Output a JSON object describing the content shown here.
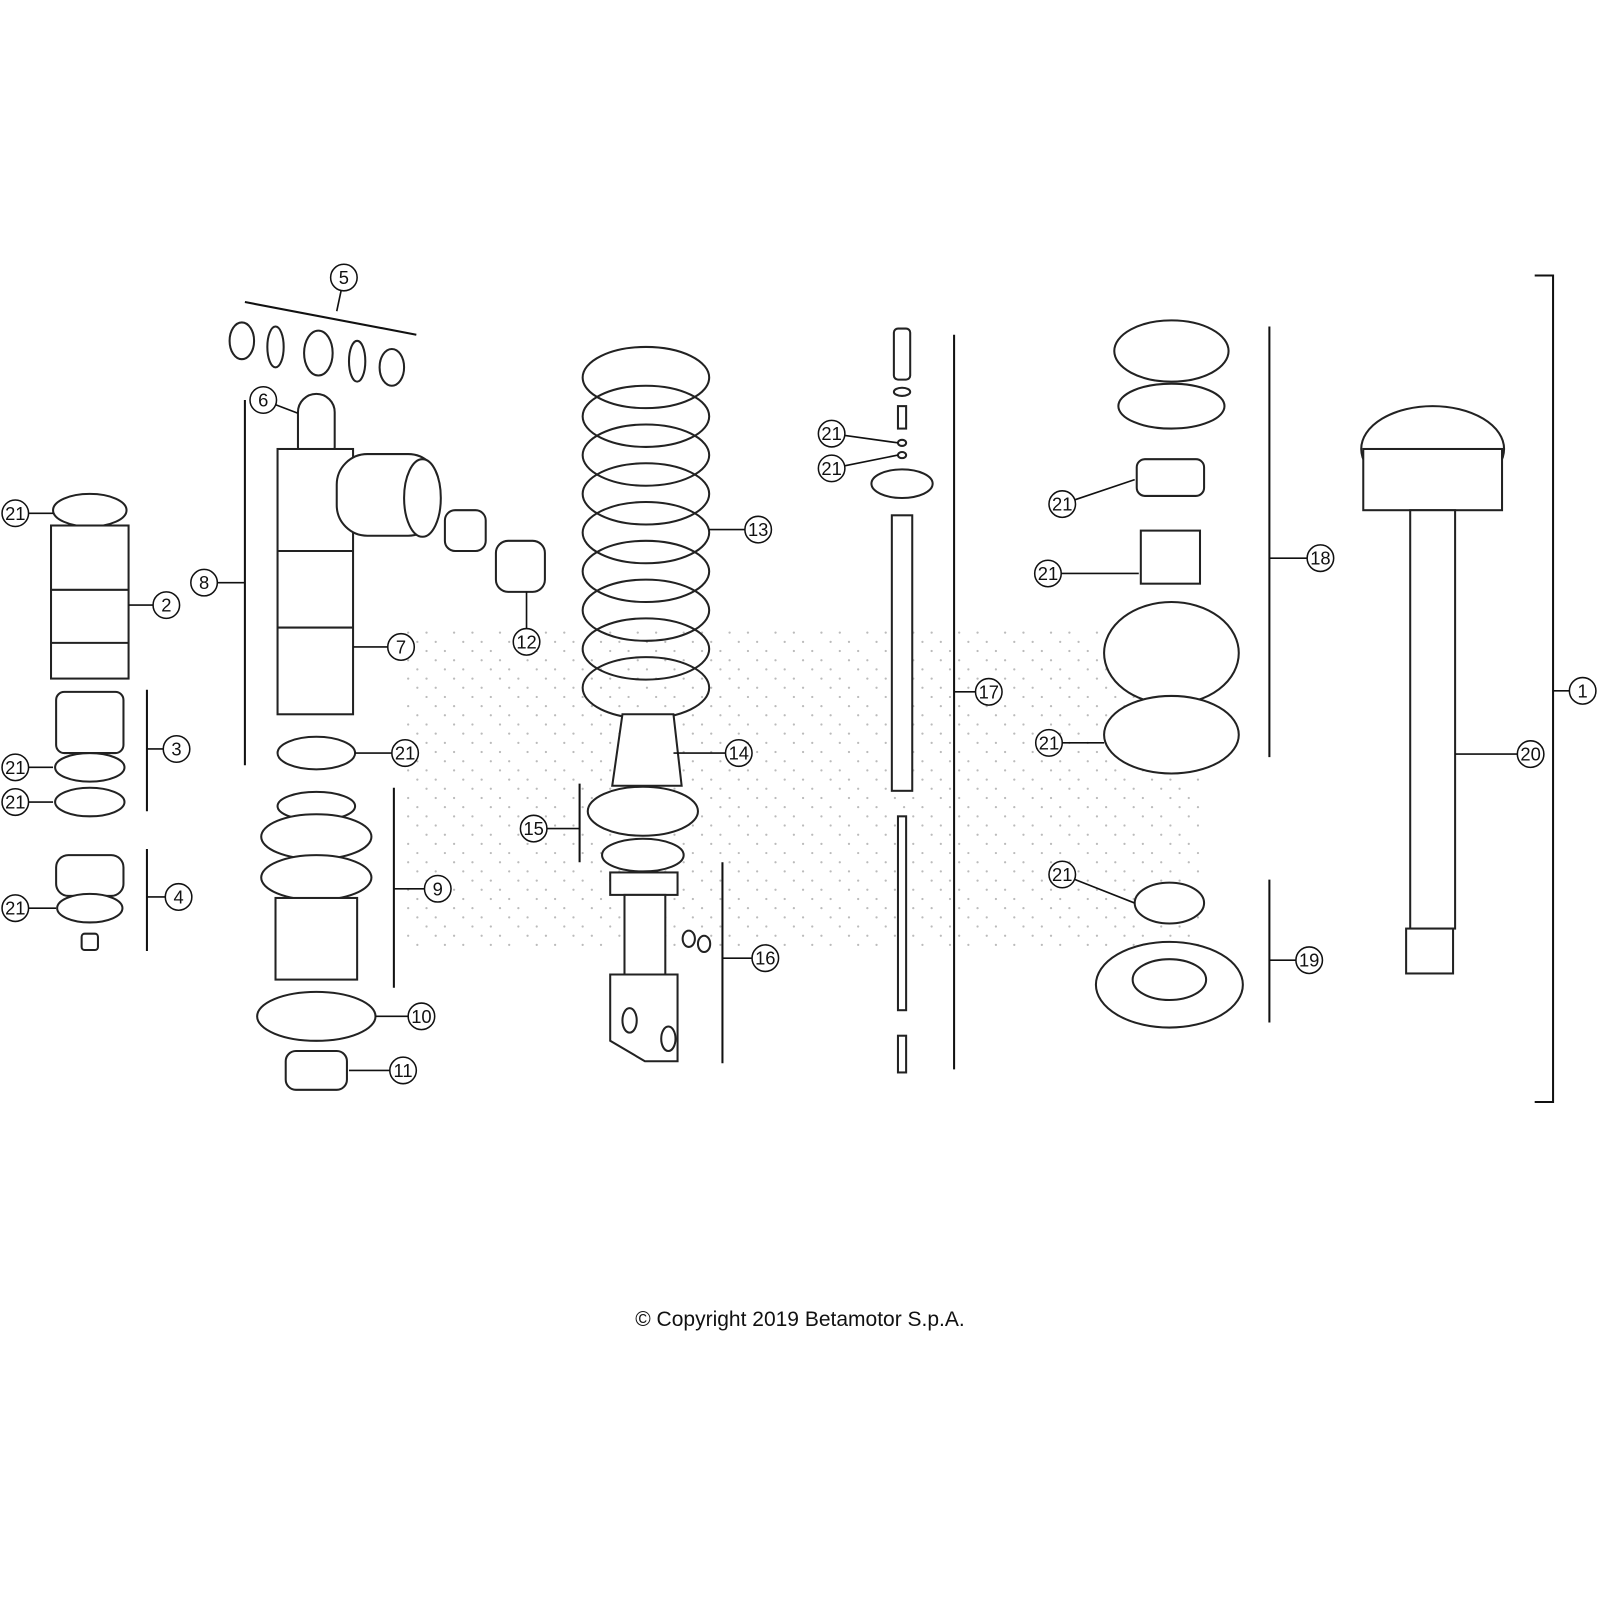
{
  "diagram": {
    "callout_labels": [
      "5",
      "6",
      "21",
      "2",
      "8",
      "7",
      "12",
      "13",
      "3",
      "21",
      "21",
      "21",
      "14",
      "15",
      "9",
      "4",
      "21",
      "10",
      "11",
      "16",
      "21",
      "21",
      "17",
      "21",
      "21",
      "18",
      "21",
      "21",
      "19",
      "20",
      "1"
    ]
  },
  "copyright": "© Copyright 2019 Betamotor S.p.A."
}
